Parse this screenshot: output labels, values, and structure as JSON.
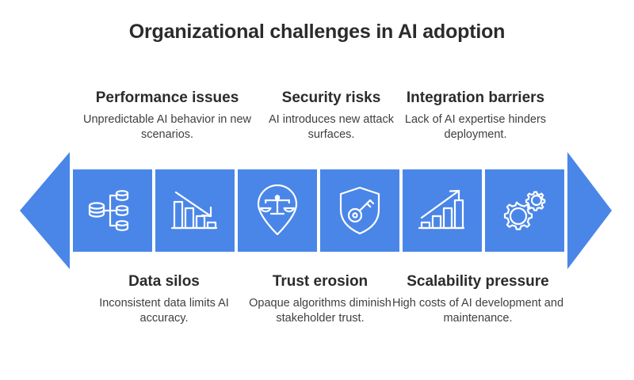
{
  "title": "Organizational challenges in AI adoption",
  "theme": {
    "accent": "#4a86e8",
    "title_color": "#2b2b2b",
    "body_color": "#3f3f3f",
    "background": "#ffffff"
  },
  "banner": {
    "direction": "double-headed-arrow",
    "left_arrow_name": "left-arrowhead",
    "right_arrow_name": "right-arrowhead"
  },
  "tiles": [
    {
      "icon": "data-silos-icon",
      "label": "Data silos"
    },
    {
      "icon": "declining-bar-chart-icon",
      "label": "Performance issues"
    },
    {
      "icon": "scales-in-pin-icon",
      "label": "Trust erosion"
    },
    {
      "icon": "shield-key-icon",
      "label": "Security risks"
    },
    {
      "icon": "rising-bar-chart-icon",
      "label": "Scalability pressure"
    },
    {
      "icon": "gears-icon",
      "label": "Integration barriers"
    }
  ],
  "callouts_top": [
    {
      "title": "Performance issues",
      "desc": "Unpredictable AI behavior in new scenarios."
    },
    {
      "title": "Security risks",
      "desc": "AI introduces new attack surfaces."
    },
    {
      "title": "Integration barriers",
      "desc": "Lack of AI expertise hinders deployment."
    }
  ],
  "callouts_bottom": [
    {
      "title": "Data silos",
      "desc": "Inconsistent data limits AI accuracy."
    },
    {
      "title": "Trust erosion",
      "desc": "Opaque algorithms diminish stakeholder trust."
    },
    {
      "title": "Scalability pressure",
      "desc": "High costs of AI development and maintenance."
    }
  ]
}
